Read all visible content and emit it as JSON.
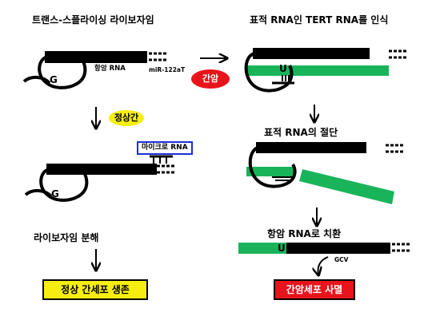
{
  "panels": {
    "left_title": "트랜스-스플라이싱 라이보자임",
    "right_title": "표적 RNA인 TERT RNA를 인식",
    "cleavage": "표적 RNA의 절단",
    "replacement": "항암 RNA로 치환",
    "degradation": "라이보자임 분해"
  },
  "labels": {
    "anticancer_rna": "항암 RNA",
    "mir": "miR-122aT",
    "g": "G",
    "u": "U",
    "gcv": "GCV",
    "microrna": "마이크로 RNA"
  },
  "badges": {
    "cancer_liver": "간암",
    "normal_liver": "정상간"
  },
  "outcomes": {
    "normal_survival": "정상 간세포 생존",
    "cancer_death": "간암세포 사멸"
  },
  "colors": {
    "green": "#19b45a",
    "cancer_red": "#e8141b",
    "yellow": "#f5ee10",
    "microrna_blue": "#1d2fd4",
    "black": "#000000"
  }
}
